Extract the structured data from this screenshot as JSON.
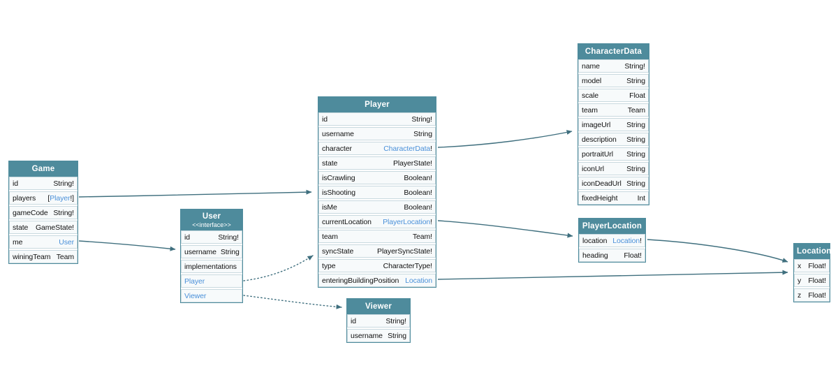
{
  "diagram": {
    "colors": {
      "header_bg": "#4e8b9c",
      "header_text": "#ffffff",
      "row_bg": "#f7fafb",
      "row_border": "#c9d9df",
      "table_border": "#4e8b9c",
      "link_text": "#4a90d9",
      "field_text": "#111111",
      "edge": "#3f6f7e",
      "background": "#ffffff"
    },
    "tables": {
      "game": {
        "title": "Game",
        "fields": [
          {
            "name": "id",
            "type": "String!"
          },
          {
            "name": "players",
            "type_pre": "[",
            "type_link": "Player",
            "type_post": "!]"
          },
          {
            "name": "gameCode",
            "type": "String!"
          },
          {
            "name": "state",
            "type": "GameState!"
          },
          {
            "name": "me",
            "type_link": "User"
          },
          {
            "name": "winingTeam",
            "type": "Team"
          }
        ]
      },
      "user": {
        "title": "User",
        "stereotype": "<<interface>>",
        "fields": [
          {
            "name": "id",
            "type": "String!"
          },
          {
            "name": "username",
            "type": "String"
          },
          {
            "name": "implementations"
          },
          {
            "name": "Player",
            "name_link": true
          },
          {
            "name": "Viewer",
            "name_link": true
          }
        ]
      },
      "player": {
        "title": "Player",
        "fields": [
          {
            "name": "id",
            "type": "String!"
          },
          {
            "name": "username",
            "type": "String"
          },
          {
            "name": "character",
            "type_link": "CharacterData",
            "type_post": "!"
          },
          {
            "name": "state",
            "type": "PlayerState!"
          },
          {
            "name": "isCrawling",
            "type": "Boolean!"
          },
          {
            "name": "isShooting",
            "type": "Boolean!"
          },
          {
            "name": "isMe",
            "type": "Boolean!"
          },
          {
            "name": "currentLocation",
            "type_link": "PlayerLocation",
            "type_post": "!"
          },
          {
            "name": "team",
            "type": "Team!"
          },
          {
            "name": "syncState",
            "type": "PlayerSyncState!"
          },
          {
            "name": "type",
            "type": "CharacterType!"
          },
          {
            "name": "enteringBuildingPosition",
            "type_link": "Location"
          }
        ]
      },
      "viewer": {
        "title": "Viewer",
        "fields": [
          {
            "name": "id",
            "type": "String!"
          },
          {
            "name": "username",
            "type": "String"
          }
        ]
      },
      "characterdata": {
        "title": "CharacterData",
        "fields": [
          {
            "name": "name",
            "type": "String!"
          },
          {
            "name": "model",
            "type": "String"
          },
          {
            "name": "scale",
            "type": "Float"
          },
          {
            "name": "team",
            "type": "Team"
          },
          {
            "name": "imageUrl",
            "type": "String"
          },
          {
            "name": "description",
            "type": "String"
          },
          {
            "name": "portraitUrl",
            "type": "String"
          },
          {
            "name": "iconUrl",
            "type": "String"
          },
          {
            "name": "iconDeadUrl",
            "type": "String"
          },
          {
            "name": "fixedHeight",
            "type": "Int"
          }
        ]
      },
      "playerlocation": {
        "title": "PlayerLocation",
        "fields": [
          {
            "name": "location",
            "type_link": "Location",
            "type_post": "!"
          },
          {
            "name": "heading",
            "type": "Float!"
          }
        ]
      },
      "location": {
        "title": "Location",
        "fields": [
          {
            "name": "x",
            "type": "Float!"
          },
          {
            "name": "y",
            "type": "Float!"
          },
          {
            "name": "z",
            "type": "Float!"
          }
        ]
      }
    },
    "edges": [
      {
        "from": "Game.players",
        "to": "Player",
        "style": "solid"
      },
      {
        "from": "Game.me",
        "to": "User",
        "style": "solid"
      },
      {
        "from": "Player.character",
        "to": "CharacterData",
        "style": "solid"
      },
      {
        "from": "Player.currentLocation",
        "to": "PlayerLocation",
        "style": "solid"
      },
      {
        "from": "Player.enteringBuildingPosition",
        "to": "Location",
        "style": "solid"
      },
      {
        "from": "PlayerLocation.location",
        "to": "Location",
        "style": "solid"
      },
      {
        "from": "User.Player",
        "to": "Player",
        "style": "dotted"
      },
      {
        "from": "User.Viewer",
        "to": "Viewer",
        "style": "dotted"
      }
    ]
  }
}
